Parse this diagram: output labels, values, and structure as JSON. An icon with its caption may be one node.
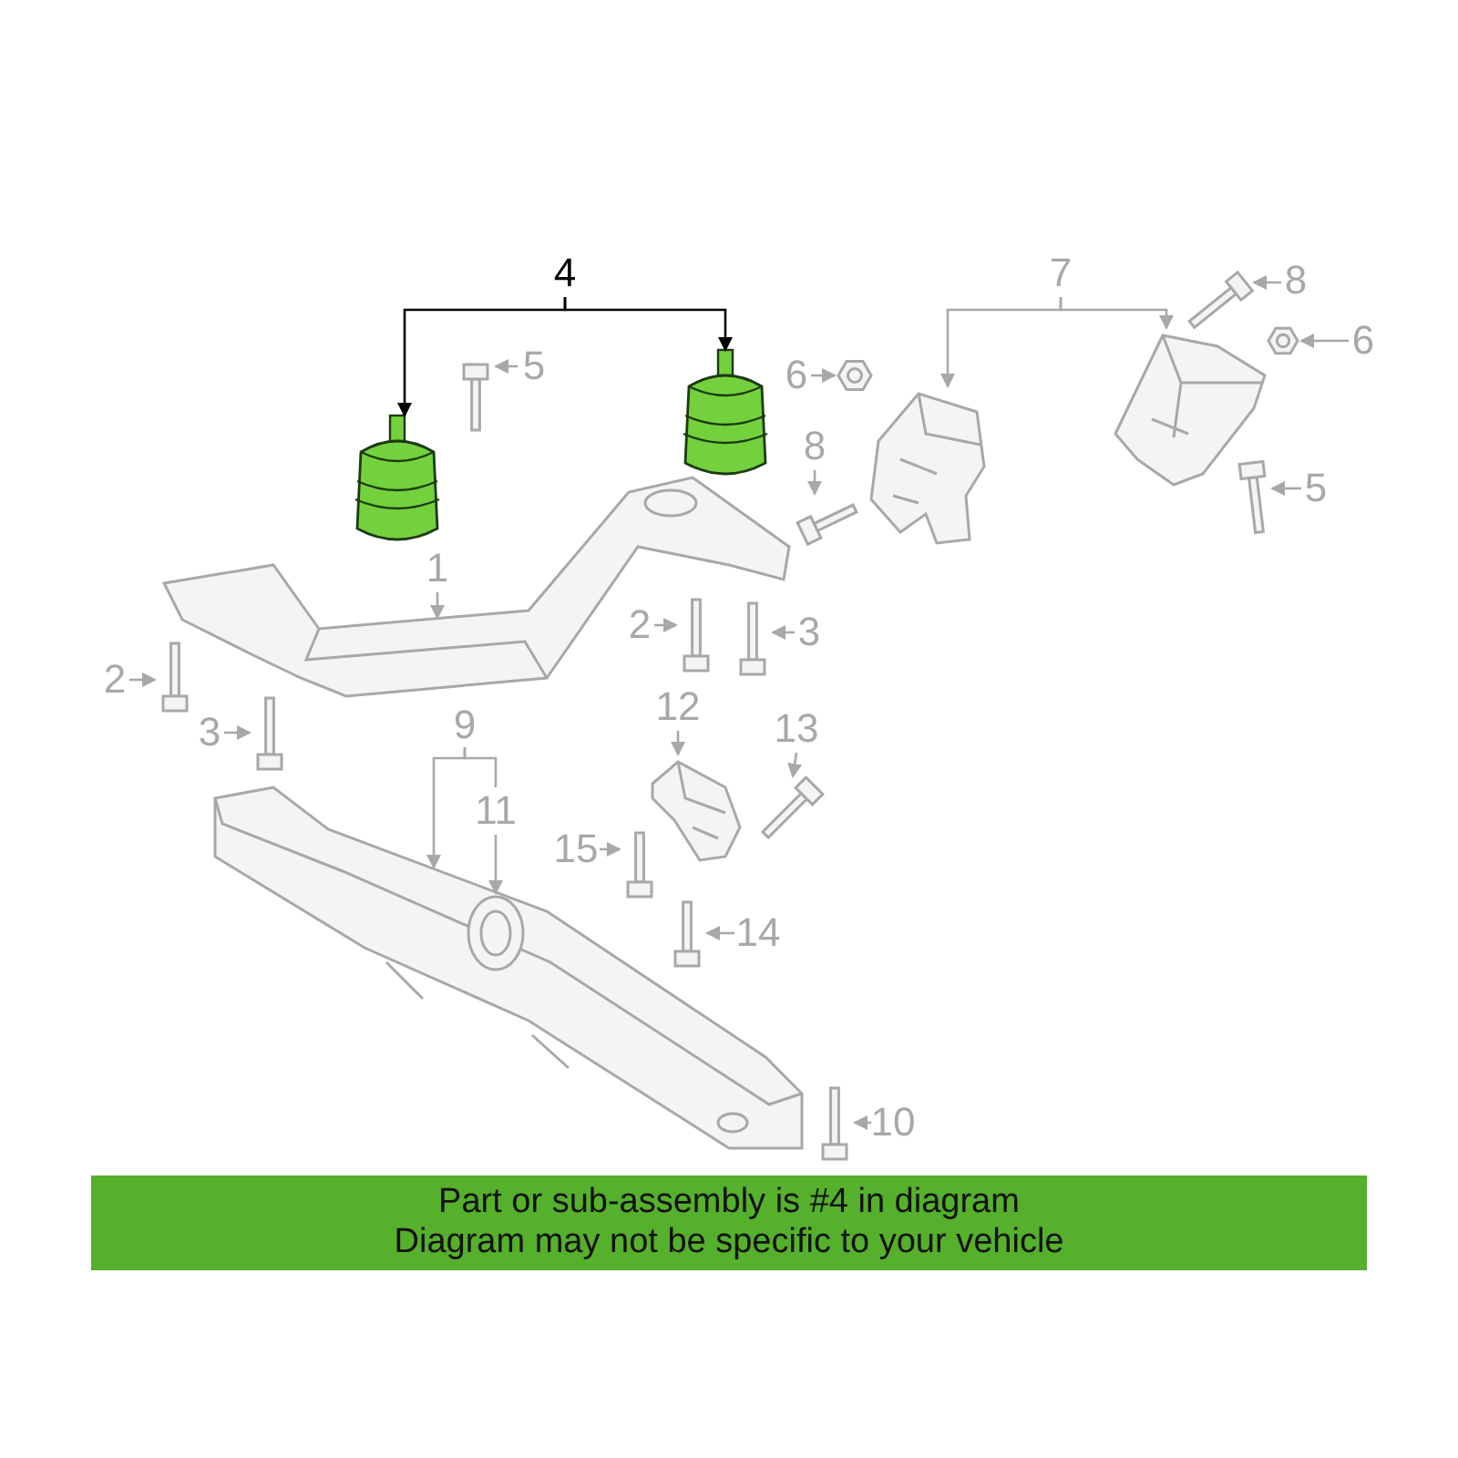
{
  "diagram": {
    "nodes": [
      {
        "text": [
          "4"
        ]
      },
      {
        "text": [],
        "shape": "picture"
      },
      {
        "text": [],
        "shape": "picture"
      },
      {
        "text": [
          "5"
        ]
      },
      {
        "text": [],
        "shape": "picture"
      },
      {
        "text": [
          "6"
        ]
      },
      {
        "text": [],
        "shape": "picture"
      },
      {
        "text": [
          "8"
        ]
      },
      {
        "text": [],
        "shape": "picture"
      },
      {
        "text": [
          "7"
        ]
      },
      {
        "text": [],
        "shape": "picture"
      },
      {
        "text": [],
        "shape": "picture"
      },
      {
        "text": [
          "8"
        ]
      },
      {
        "text": [],
        "shape": "picture"
      },
      {
        "text": [
          "6"
        ]
      },
      {
        "text": [],
        "shape": "picture"
      },
      {
        "text": [
          "5"
        ]
      },
      {
        "text": [],
        "shape": "picture"
      },
      {
        "text": [
          "1"
        ]
      },
      {
        "text": [],
        "shape": "picture"
      },
      {
        "text": [
          "2"
        ]
      },
      {
        "text": [],
        "shape": "picture"
      },
      {
        "text": [
          "3"
        ]
      },
      {
        "text": [],
        "shape": "picture"
      },
      {
        "text": [
          "2"
        ]
      },
      {
        "text": [],
        "shape": "picture"
      },
      {
        "text": [
          "3"
        ]
      },
      {
        "text": [],
        "shape": "picture"
      },
      {
        "text": [
          "9"
        ]
      },
      {
        "text": [],
        "shape": "picture"
      },
      {
        "text": [
          "11"
        ]
      },
      {
        "text": [],
        "shape": "picture",
        "in": 29
      },
      {
        "text": [
          "12"
        ]
      },
      {
        "text": [],
        "shape": "picture"
      },
      {
        "text": [
          "13"
        ]
      },
      {
        "text": [],
        "shape": "picture"
      },
      {
        "text": [
          "15"
        ]
      },
      {
        "text": [],
        "shape": "picture"
      },
      {
        "text": [
          "14"
        ]
      },
      {
        "text": [],
        "shape": "picture"
      },
      {
        "text": [
          "10"
        ]
      },
      {
        "text": [],
        "shape": "picture"
      }
    ],
    "edges": [
      {
        "from": 0,
        "to": 1,
        "arrow": "to",
        "color": "#000000"
      },
      {
        "from": 0,
        "to": 2,
        "arrow": "to",
        "color": "#000000"
      },
      {
        "from": 3,
        "to": 4,
        "arrow": "to"
      },
      {
        "from": 5,
        "to": 6,
        "arrow": "to"
      },
      {
        "from": 7,
        "to": 8,
        "arrow": "to"
      },
      {
        "from": 9,
        "to": 10,
        "arrow": "to"
      },
      {
        "from": 9,
        "to": 11,
        "arrow": "to"
      },
      {
        "from": 12,
        "to": 13,
        "arrow": "to"
      },
      {
        "from": 14,
        "to": 15,
        "arrow": "to"
      },
      {
        "from": 16,
        "to": 17,
        "arrow": "to"
      },
      {
        "from": 18,
        "to": 19,
        "arrow": "to"
      },
      {
        "from": 20,
        "to": 21,
        "arrow": "to"
      },
      {
        "from": 22,
        "to": 23,
        "arrow": "to"
      },
      {
        "from": 24,
        "to": 25,
        "arrow": "to"
      },
      {
        "from": 26,
        "to": 27,
        "arrow": "to"
      },
      {
        "from": 28,
        "to": 29,
        "arrow": "to"
      },
      {
        "from": 28,
        "to": 30,
        "arrow": "none"
      },
      {
        "from": 30,
        "to": 31,
        "arrow": "to"
      },
      {
        "from": 32,
        "to": 33,
        "arrow": "to"
      },
      {
        "from": 34,
        "to": 35,
        "arrow": "to"
      },
      {
        "from": 36,
        "to": 37,
        "arrow": "to"
      },
      {
        "from": 38,
        "to": 39,
        "arrow": "to"
      },
      {
        "from": 40,
        "to": 41,
        "arrow": "to"
      }
    ],
    "labels": [
      "Part or sub-assembly is #4 in diagram",
      "Diagram may not be specific to your vehicle"
    ]
  }
}
